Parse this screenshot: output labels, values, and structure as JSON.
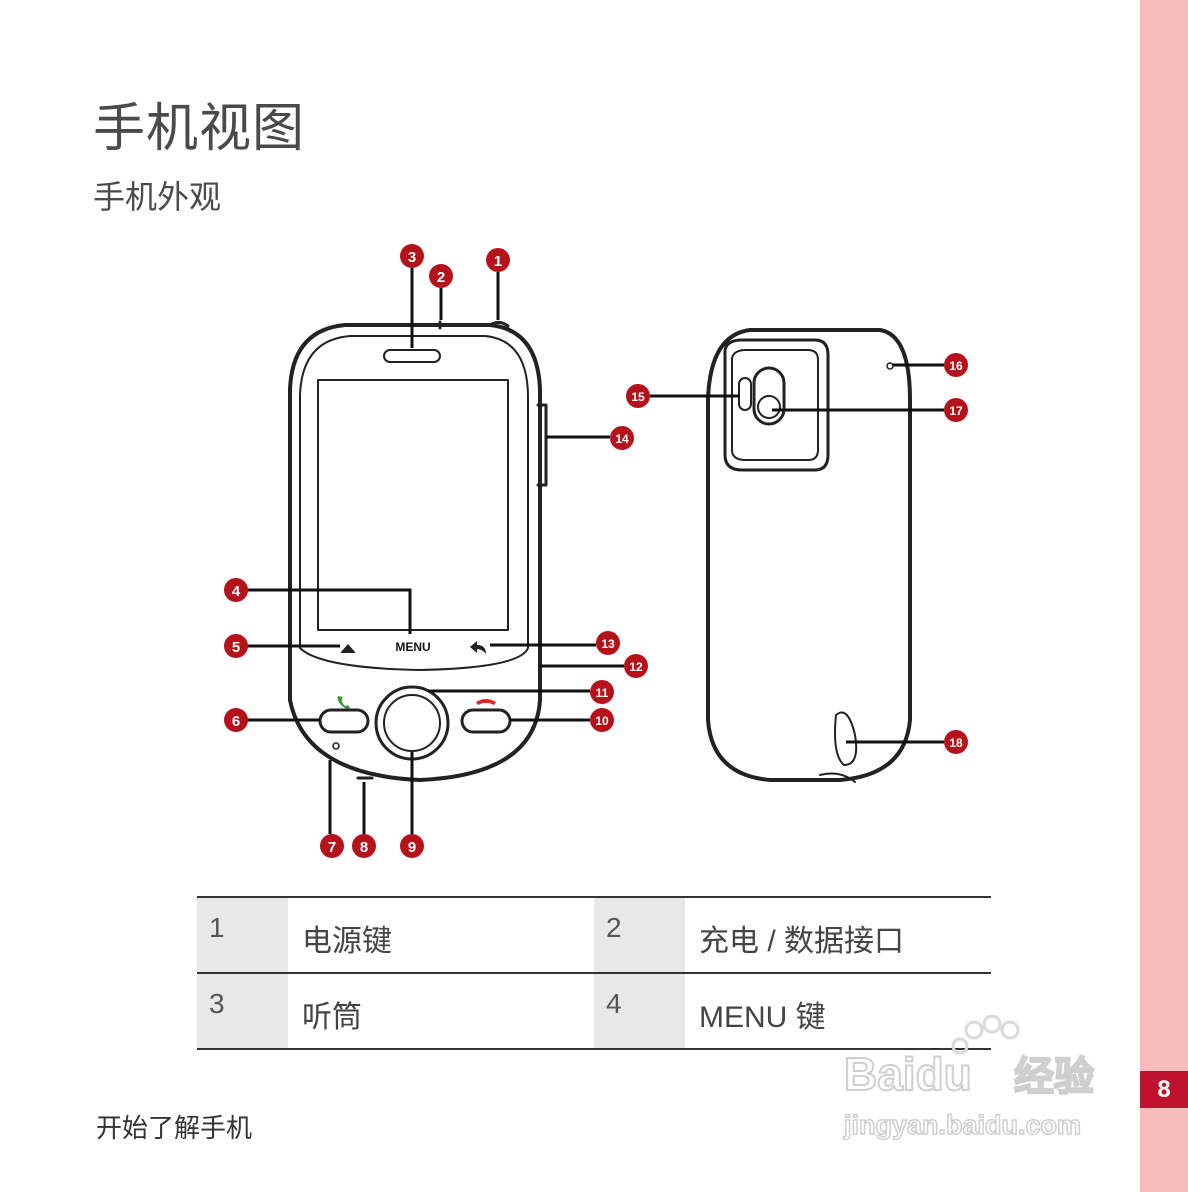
{
  "page": {
    "title": "手机视图",
    "subtitle": "手机外观",
    "footer": "开始了解手机",
    "page_number": "8"
  },
  "diagram": {
    "menu_label": "MENU",
    "callouts": [
      "1",
      "2",
      "3",
      "4",
      "5",
      "6",
      "7",
      "8",
      "9",
      "10",
      "11",
      "12",
      "13",
      "14",
      "15",
      "16",
      "17",
      "18"
    ]
  },
  "legend": [
    {
      "num_a": "1",
      "desc_a": "电源键",
      "num_b": "2",
      "desc_b": "充电 / 数据接口"
    },
    {
      "num_a": "3",
      "desc_a": "听筒",
      "num_b": "4",
      "desc_b": "MENU 键"
    }
  ],
  "watermark": {
    "brand": "Baidu",
    "cn": "经验",
    "url": "jingyan.baidu.com"
  },
  "colors": {
    "callout_red": "#b5121b",
    "side_bar": "#f9bcbc",
    "page_badge": "#c0122e"
  }
}
